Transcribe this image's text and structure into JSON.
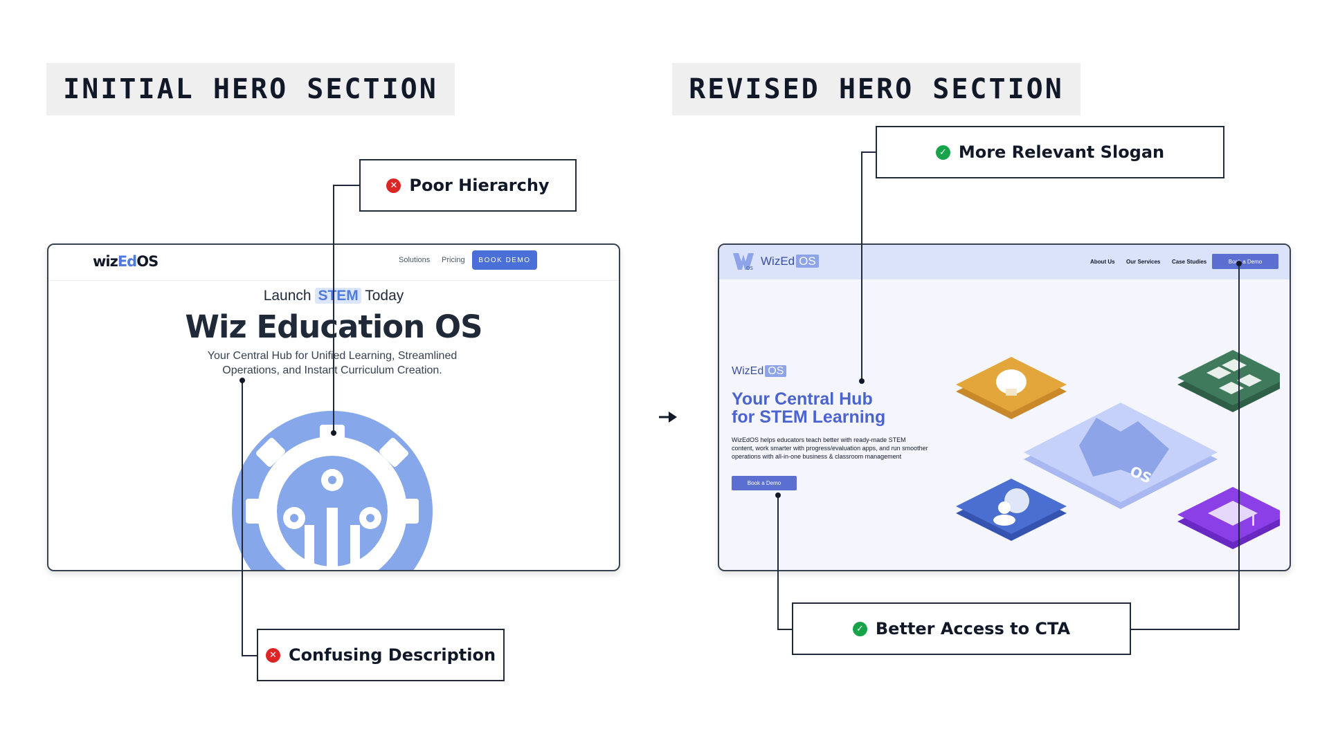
{
  "sections": {
    "left_title": "INITIAL HERO SECTION",
    "right_title": "REVISED HERO SECTION"
  },
  "callouts": {
    "poor_hierarchy": {
      "label": "Poor Hierarchy",
      "status": "negative",
      "icon": "x-circle-icon"
    },
    "confusing_description": {
      "label": "Confusing Description",
      "status": "negative",
      "icon": "x-circle-icon"
    },
    "relevant_slogan": {
      "label": "More Relevant Slogan",
      "status": "positive",
      "icon": "check-circle-icon"
    },
    "cta_access": {
      "label": "Better Access to CTA",
      "status": "positive",
      "icon": "check-circle-icon"
    }
  },
  "initial": {
    "logo_wiz": "wiz",
    "logo_ed": "Ed",
    "logo_os": "OS",
    "nav": [
      "Solutions",
      "Pricing"
    ],
    "nav_button": "BOOK DEMO",
    "kicker_before": "Launch",
    "kicker_highlight": "STEM",
    "kicker_after": "Today",
    "headline": "Wiz Education OS",
    "description": "Your Central Hub for Unified Learning, Streamlined Operations, and Instant Curriculum Creation."
  },
  "revised": {
    "logo_text": "WizEd",
    "logo_os": "OS",
    "logo_mark_os": "OS",
    "nav": [
      "About Us",
      "Our Services",
      "Case Studies"
    ],
    "nav_button": "Book a Demo",
    "brand_text": "WizEd",
    "brand_os": "OS",
    "headline_line1": "Your Central Hub",
    "headline_line2": "for STEM Learning",
    "description": "WizEdOS helps educators teach better with ready-made STEM content, work smarter with progress/evaluation apps, and run smoother operations with all-in-one business & classroom management",
    "cta": "Book a Demo",
    "tile_os_label": "OS"
  },
  "colors": {
    "negative": "#dc2626",
    "positive": "#16a34a",
    "accent_blue": "#4a6fd6",
    "tile_yellow": "#e3a63a",
    "tile_green": "#3f7a5c",
    "tile_blue": "#4b6fd1",
    "tile_purple": "#8b3fe6"
  }
}
